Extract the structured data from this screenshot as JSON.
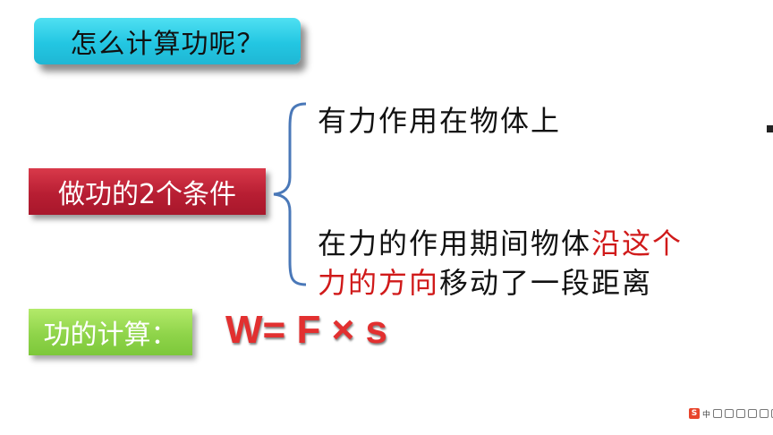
{
  "title": "怎么计算功呢？",
  "conditions_label": "做功的2个条件",
  "condition_1": "有力作用在物体上",
  "condition_2": {
    "line_a_normal": "在力的作用期间物体",
    "line_a_red": "沿这个",
    "line_b_red": "力的方向",
    "line_b_normal": "移动了一段距离"
  },
  "calc_label": "功的计算：",
  "formula": "W= F × s",
  "tray": {
    "logo": "S",
    "char": "中"
  },
  "colors": {
    "title_bg": "#23c6e2",
    "conditions_bg": "#b81e33",
    "calc_bg": "#8fd44a",
    "formula": "#e23030",
    "highlight": "#d01a1a"
  }
}
